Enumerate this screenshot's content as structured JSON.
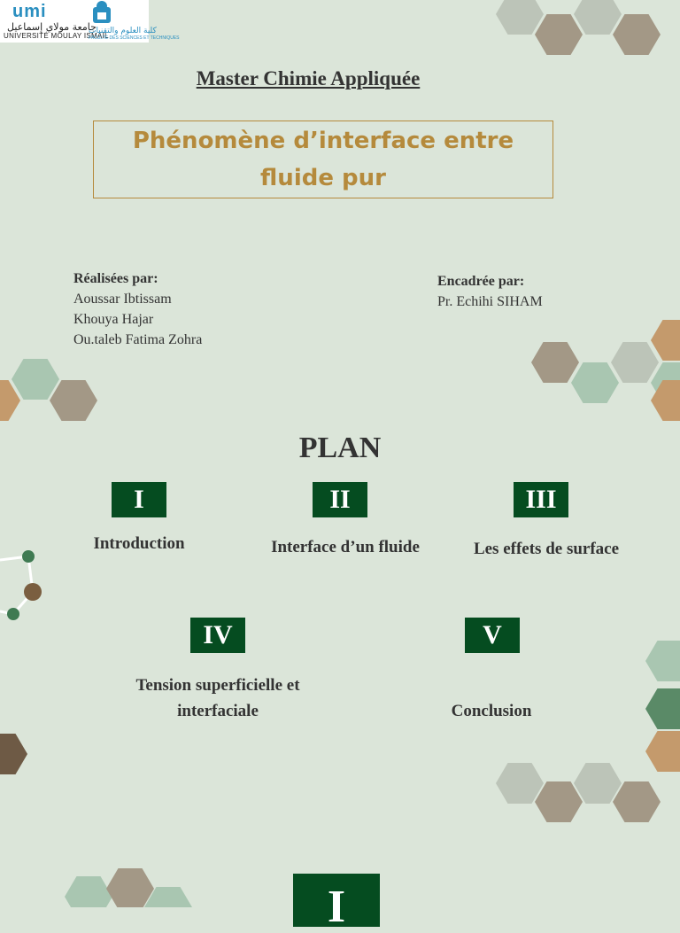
{
  "logos": {
    "umi_text": "umi",
    "umi_arabic": "جامعة مولاي إسماعيل",
    "umi_latin": "UNIVERSITÉ MOULAY ISMAÏL",
    "fs_arabic": "كلية العلوم والتقنيات",
    "fs_latin": "FACULTÉ DES SCIENCES ET TECHNIQUES"
  },
  "header": {
    "program": "Master Chimie Appliquée",
    "title_line1": "Phénomène d’interface entre",
    "title_line2": "fluide pur"
  },
  "credits": {
    "realized_heading": "Réalisées par:",
    "authors": [
      "Aoussar Ibtissam",
      "Khouya Hajar",
      "Ou.taleb Fatima Zohra"
    ],
    "supervised_heading": "Encadrée par:",
    "supervisor": "Pr. Echihi SIHAM"
  },
  "plan": {
    "heading": "PLAN",
    "items": [
      {
        "numeral": "I",
        "label": "Introduction"
      },
      {
        "numeral": "II",
        "label": "Interface d’un fluide"
      },
      {
        "numeral": "III",
        "label": "Les effets de surface"
      },
      {
        "numeral": "IV",
        "label_line1": "Tension superficielle et",
        "label_line2": "interfaciale"
      },
      {
        "numeral": "V",
        "label": "Conclusion"
      }
    ]
  },
  "next_section": {
    "numeral": "I"
  },
  "colors": {
    "background": "#dbe5d9",
    "title_accent": "#b58a3c",
    "numeral_box": "#054c20",
    "hex_taupe": "#a39886",
    "hex_grey": "#bcc4b8",
    "hex_mint": "#a9c6b1",
    "hex_green": "#5a8a67",
    "hex_tan": "#c49a6c",
    "hex_brown": "#6e5a45"
  }
}
